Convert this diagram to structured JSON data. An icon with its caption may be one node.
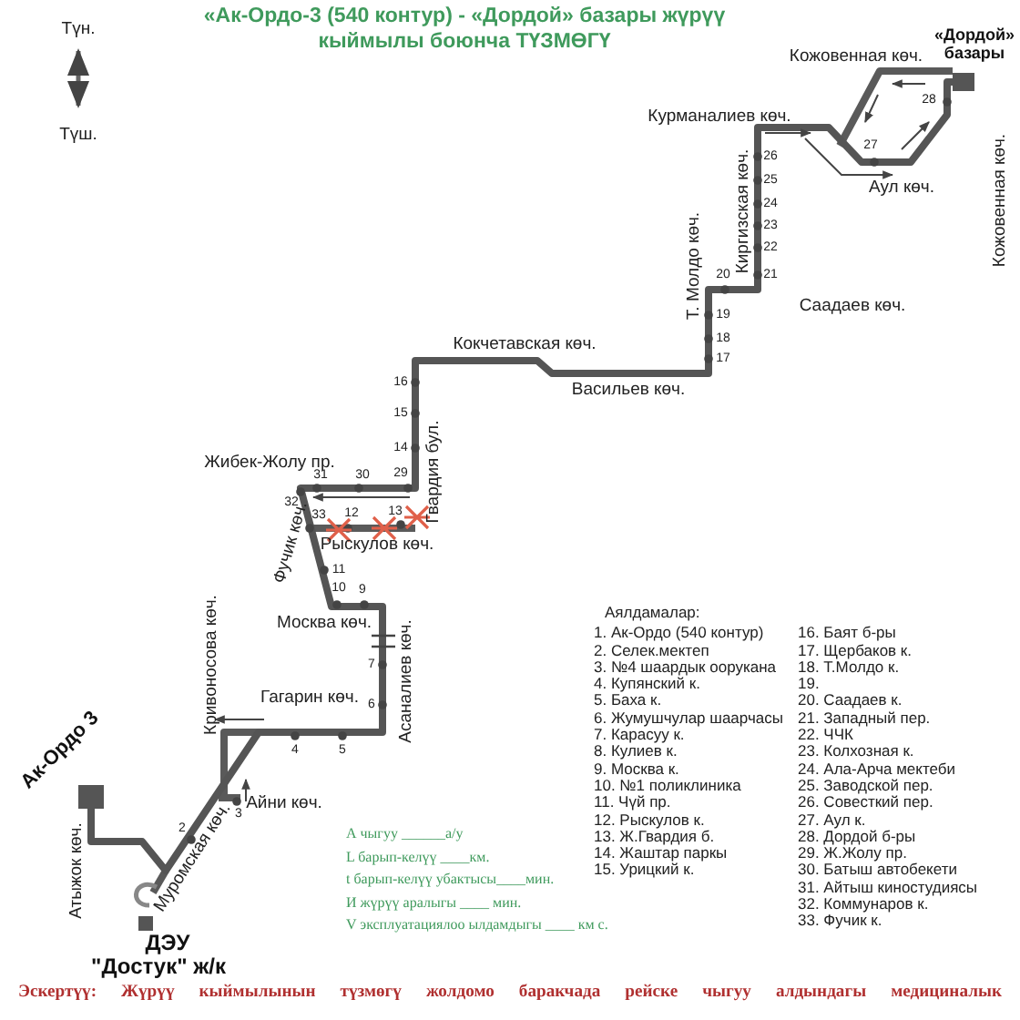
{
  "diagram": {
    "title": "«Ак-Ордо-3 (540 контур) - «Дордой» базары жүрүү кыймылы боюнча ТҮЗМӨГҮ",
    "nodes": [
      {
        "text": [],
        "shape": "box",
        "beside": [
          "Ак-Ордо 3"
        ]
      },
      {
        "text": [],
        "shape": "box",
        "beside": [
          "ДЭУ",
          "\"Достук\" ж/к"
        ]
      },
      {
        "text": [],
        "shape": "box",
        "beside": [
          "«Дордой» базары"
        ]
      }
    ],
    "edges": [
      {
        "from": 0,
        "to": 2,
        "arrow": "none"
      }
    ],
    "labels": [
      "Түн.",
      "Түш.",
      "Кожовенная көч.",
      "Курманалиев көч.",
      "Аул көч.",
      "Кожовенная көч.",
      "Киргизская көч.",
      "Т. Молдо көч.",
      "Саадаев көч.",
      "Кокчетавская көч.",
      "Васильев көч.",
      "Гвардия бул.",
      "Жибек-Жолу пр.",
      "Фучик көч.",
      "Рыскулов көч.",
      "Москва көч.",
      "Асаналиев көч.",
      "Гагарин көч.",
      "Кривоносова көч.",
      "Айни көч.",
      "Муромская көч.",
      "Атыжок көч.",
      "2",
      "3",
      "4",
      "5",
      "6",
      "7",
      "9",
      "10",
      "11",
      "12",
      "13",
      "14",
      "15",
      "16",
      "17",
      "18",
      "19",
      "20",
      "21",
      "22",
      "23",
      "24",
      "25",
      "26",
      "27",
      "28",
      "29",
      "30",
      "31",
      "32",
      "33",
      "Аялдамалар:",
      "1. Ак-Ордо (540 контур)",
      "2. Селек.мектеп",
      "3. №4 шаардык оорукана",
      "4. Купянский к.",
      "5. Баха к.",
      "6. Жумушчулар шаарчасы",
      "7. Карасуу к.",
      "8. Кулиев к.",
      "9. Москва к.",
      "10. №1 поликлиника",
      "11. Чүй пр.",
      "12. Рыскулов к.",
      "13. Ж.Гвардия б.",
      "14. Жаштар паркы",
      "15. Урицкий к.",
      "16. Баят б-ры",
      "17. Щербаков к.",
      "18. Т.Молдо к.",
      "19.",
      "20. Саадаев к.",
      "21. Западный пер.",
      "22. ЧЧК",
      "23. Колхозная к.",
      "24. Ала-Арча мектеби",
      "25. Заводской пер.",
      "26. Совесткий пер.",
      "27. Аул к.",
      "28. Дордой б-ры",
      "29. Ж.Жолу пр.",
      "30. Батыш автобекети",
      "31. Айтыш киностудиясы",
      "32. Коммунаров к.",
      "33. Фучик к.",
      "А чыгуу ______а/у",
      "L барып-келүү ____км.",
      "t барып-келүү убактысы____мин.",
      "И жүрүү аралыгы ____ мин.",
      "V эксплуатациялоо ылдамдыгы ____ км с.",
      "Эскертүү: Жүрүү кыймылынын түзмөгү жолдомо баракчада рейске чыгуу алдындагы медициналык"
    ]
  }
}
